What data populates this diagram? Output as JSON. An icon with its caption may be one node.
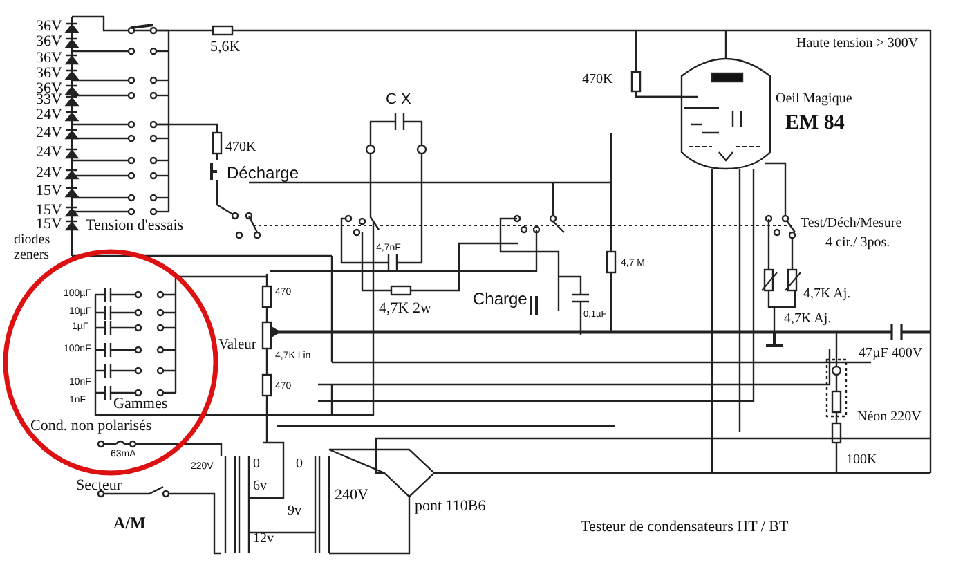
{
  "diagram": {
    "labels": [
      "36V",
      "36V",
      "36V",
      "36V",
      "36V",
      "33V",
      "24V",
      "24V",
      "24V",
      "24V",
      "15V",
      "15V",
      "15V",
      "5,6K",
      "Haute tension > 300V",
      "470K",
      "C X",
      "Oeil Magique",
      "EM 84",
      "470K",
      "Décharge",
      "diodes zeners",
      "Tension d'essais",
      "Test/Déch/Mesure",
      "4 cir./ 3pos.",
      "4,7nF",
      "100µF",
      "470",
      "10µF",
      "1µF",
      "100nF",
      "Charge",
      "0,1µF",
      "4,7 M",
      "4,7K 2w",
      "4,7K Aj.",
      "4,7K Aj.",
      "Valeur",
      "4,7K Lin",
      "10nF",
      "47µF 400V",
      "470",
      "1nF",
      "Gammes",
      "Néon 220V",
      "Cond. non polarisés",
      "63mA",
      "100K",
      "220V",
      "0",
      "0",
      "6v",
      "240V",
      "Secteur",
      "9v",
      "pont 110B6",
      "12v",
      "A/M",
      "Testeur de condensateurs HT / BT"
    ]
  }
}
